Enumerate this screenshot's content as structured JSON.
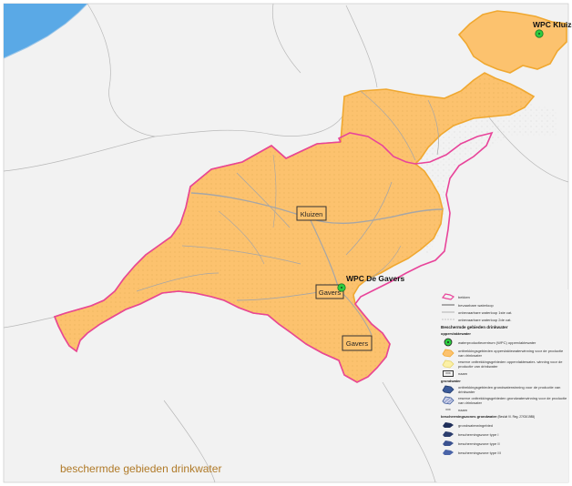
{
  "map": {
    "title": "beschermde gebieden drinkwater",
    "top_label": "",
    "places": {
      "wpc_kluizen": "WPC Kluizen",
      "wpc_de_gavers": "WPC De Gavers",
      "kluizen_box": "Kluizen",
      "gavers_box_upper": "Gavers",
      "gavers_box_lower": "Gavers"
    },
    "colors": {
      "sea": "#5aa9e6",
      "zone_fill": "#fcc26e",
      "zone_stroke": "#f0a830",
      "boundary_magenta": "#e8449a",
      "wpc_marker": "#2ecc40",
      "title_color": "#b07a28"
    }
  },
  "legend": {
    "items_top": [
      {
        "icon": "bekken-icon",
        "label": "bekken"
      },
      {
        "icon": "waterloop-line-icon",
        "label": "bevaarbare waterloop"
      },
      {
        "icon": "waterloop-line-icon",
        "label": "onbevaarbare waterloop 1ste cat."
      },
      {
        "icon": "waterloop-line-icon",
        "label": "onbevaarbare waterloop 2de cat."
      }
    ],
    "section_title": "Beschermde gebieden drinkwater",
    "oppervlaktewater": {
      "title": "oppervlaktewater",
      "items": [
        {
          "icon": "wpc-icon",
          "label": "waterproductiecentrum (WPC) oppervlaktewater"
        },
        {
          "icon": "zone-fill-icon",
          "label": "onttrekkingsgebieden oppervlaktewaterwinning voor de productie van drinkwater"
        },
        {
          "icon": "reserve-zone-icon",
          "label": "reserve onttrekkingsgebieden oppervlaktewater- winning voor de productie van drinkwater"
        },
        {
          "icon": "name-box-icon",
          "label": "naam",
          "box_text": "xxx"
        }
      ]
    },
    "grondwater": {
      "title": "grondwater",
      "items": [
        {
          "icon": "ground-zone-icon",
          "label": "onttrekkingsgebieden grondwaterwinning voor de productie van drinkwater"
        },
        {
          "icon": "reserve-ground-icon",
          "label": "reserve onttrekkingsgebieden grondwaterwinning voor de productie van drinkwater"
        },
        {
          "icon": "name-text-icon",
          "label": "naam",
          "box_text": "xxx"
        }
      ]
    },
    "zones_title": "beschermingszones grondwater",
    "zones_note": "(Besluit Vl. Reg. 27/03/1985)",
    "zones": [
      {
        "icon": "grondwaterwingebied-icon",
        "label": "grondwaterwingebied"
      },
      {
        "icon": "zone-type1-icon",
        "label": "beschermingszone type I"
      },
      {
        "icon": "zone-type2-icon",
        "label": "beschermingszone type II"
      },
      {
        "icon": "zone-type3-icon",
        "label": "beschermingszone type III"
      }
    ]
  }
}
